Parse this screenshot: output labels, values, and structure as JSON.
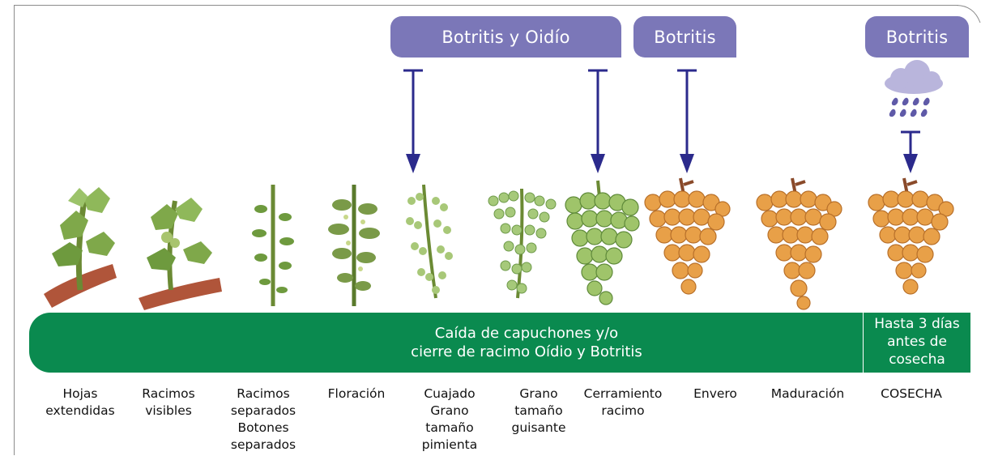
{
  "colors": {
    "tab_bg": "#7b77b8",
    "arrow": "#2b2a8c",
    "band_bg": "#0a8a4f",
    "cloud": "#b9b5dc",
    "rain": "#5f5aa8",
    "leaf": "#7fa84a",
    "green_grape": "#9fc46a",
    "ripe_grape": "#e8a048",
    "wood": "#b0553a"
  },
  "tabs": [
    {
      "label": "Botritis y Oidío"
    },
    {
      "label": "Botritis"
    },
    {
      "label": "Botritis"
    }
  ],
  "band": {
    "main_text_line1": "Caída de capuchones y/o",
    "main_text_line2": "cierre de racimo Oídio y Botritis",
    "right_text_line1": "Hasta 3 días",
    "right_text_line2": "antes de",
    "right_text_line3": "cosecha"
  },
  "stages": [
    {
      "label": "Hojas\nextendidas",
      "icon": "leaf-shoot-icon"
    },
    {
      "label": "Racimos\nvisibles",
      "icon": "visible-cluster-icon"
    },
    {
      "label": "Racimos\nseparados\nBotones\nseparados",
      "icon": "separated-buds-icon"
    },
    {
      "label": "Floración",
      "icon": "flowering-cluster-icon"
    },
    {
      "label": "Cuajado\nGrano\ntamaño\npimienta",
      "icon": "fruit-set-cluster-icon"
    },
    {
      "label": "Grano\ntamaño\nguisante",
      "icon": "pea-size-cluster-icon"
    },
    {
      "label": "Cerramiento\nracimo",
      "icon": "green-bunch-icon"
    },
    {
      "label": "Envero",
      "icon": "veraison-bunch-icon"
    },
    {
      "label": "Maduración",
      "icon": "ripening-bunch-icon"
    },
    {
      "label": "COSECHA",
      "icon": "harvest-bunch-icon"
    }
  ],
  "weather_icon": "rain-cloud-icon"
}
